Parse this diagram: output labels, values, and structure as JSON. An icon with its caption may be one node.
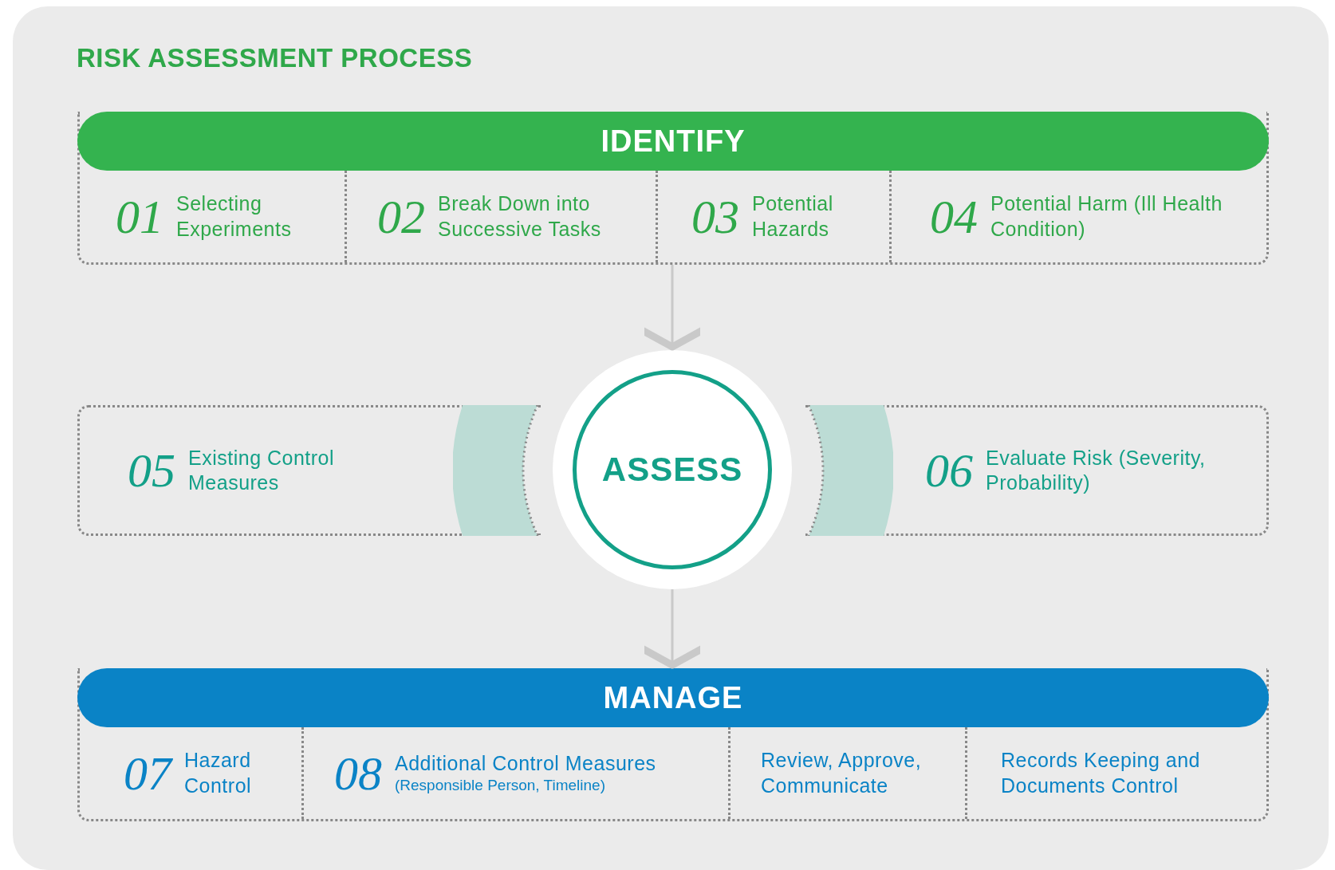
{
  "diagram": {
    "title": "RISK ASSESSMENT PROCESS",
    "nodes": [
      {
        "text": [
          "IDENTIFY"
        ]
      },
      {
        "text": [
          "01",
          "Selecting Experiments"
        ],
        "in": 0
      },
      {
        "text": [
          "02",
          "Break Down into Successive Tasks"
        ],
        "in": 0
      },
      {
        "text": [
          "03",
          "Potential Hazards"
        ],
        "in": 0
      },
      {
        "text": [
          "04",
          "Potential Harm (Ill Health Condition)"
        ],
        "in": 0
      },
      {
        "text": [
          "05",
          "Existing Control Measures"
        ]
      },
      {
        "text": [
          "ASSESS"
        ]
      },
      {
        "text": [
          "06",
          "Evaluate Risk (Severity, Probability)"
        ]
      },
      {
        "text": [
          "MANAGE"
        ]
      },
      {
        "text": [
          "07",
          "Hazard Control"
        ],
        "in": 8
      },
      {
        "text": [
          "08",
          "Additional Control Measures",
          "(Responsible Person, Timeline)"
        ],
        "in": 8
      },
      {
        "text": [
          "Review, Approve, Communicate"
        ],
        "in": 8
      },
      {
        "text": [
          "Records Keeping and Documents Control"
        ],
        "in": 8
      }
    ],
    "edges": [
      {
        "from": 0,
        "to": 6,
        "arrow": "to"
      },
      {
        "from": 6,
        "to": 8,
        "arrow": "to"
      }
    ]
  }
}
